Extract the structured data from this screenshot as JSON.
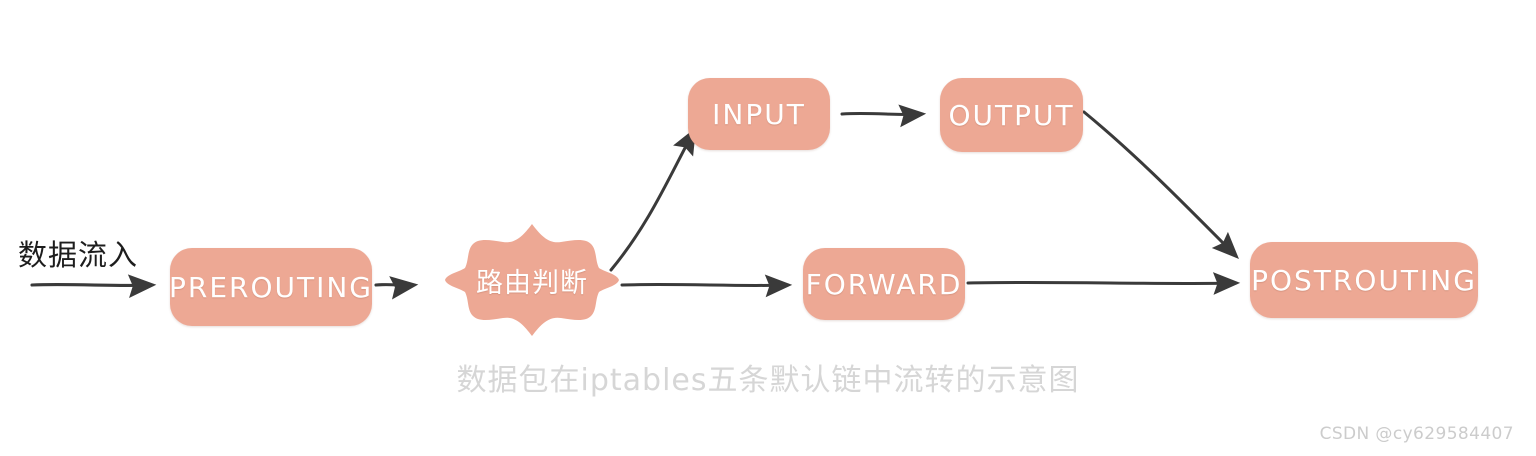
{
  "diagram": {
    "title_caption": "数据包在iptables五条默认链中流转的示意图",
    "inflow_label": "数据流入",
    "watermark": "CSDN @cy629584407",
    "accent_color": "#eda894",
    "label_color": "#ffffff",
    "arrow_color": "#3a3a3a",
    "caption_color": "#d6d6d6",
    "watermark_color": "#cccccc",
    "background_color": "#ffffff",
    "nodes": [
      {
        "id": "prerouting",
        "label": "PREROUTING",
        "shape": "rounded-rect"
      },
      {
        "id": "decision",
        "label": "路由判断",
        "shape": "scalloped-seal"
      },
      {
        "id": "input",
        "label": "INPUT",
        "shape": "rounded-rect"
      },
      {
        "id": "output",
        "label": "OUTPUT",
        "shape": "rounded-rect"
      },
      {
        "id": "forward",
        "label": "FORWARD",
        "shape": "rounded-rect"
      },
      {
        "id": "postrouting",
        "label": "POSTROUTING",
        "shape": "rounded-rect"
      }
    ],
    "edges": [
      {
        "from": "inflow",
        "to": "prerouting",
        "style": "straight"
      },
      {
        "from": "prerouting",
        "to": "decision",
        "style": "straight"
      },
      {
        "from": "decision",
        "to": "input",
        "style": "diagonal-up"
      },
      {
        "from": "input",
        "to": "output",
        "style": "straight"
      },
      {
        "from": "output",
        "to": "postrouting",
        "style": "diagonal-down"
      },
      {
        "from": "decision",
        "to": "forward",
        "style": "straight"
      },
      {
        "from": "forward",
        "to": "postrouting",
        "style": "straight"
      }
    ]
  }
}
